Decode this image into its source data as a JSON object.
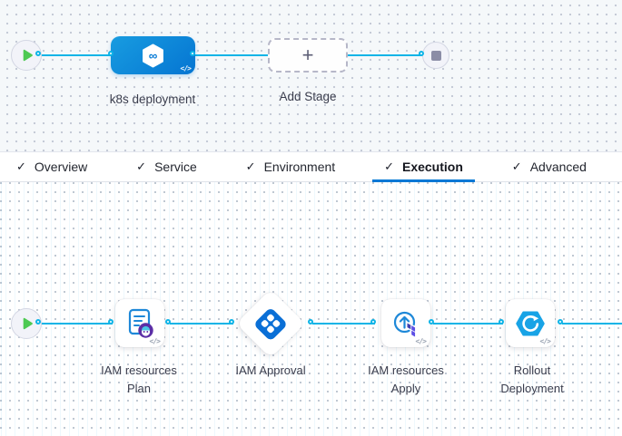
{
  "icons": {
    "check": "✓",
    "plus": "+",
    "code": "</>"
  },
  "stage_pipeline": {
    "stage_label": "k8s deployment",
    "add_stage_label": "Add Stage"
  },
  "tabs": [
    {
      "label": "Overview",
      "checked": true,
      "active": false
    },
    {
      "label": "Service",
      "checked": true,
      "active": false
    },
    {
      "label": "Environment",
      "checked": true,
      "active": false
    },
    {
      "label": "Execution",
      "checked": true,
      "active": true
    },
    {
      "label": "Advanced",
      "checked": true,
      "active": false
    }
  ],
  "execution_steps": [
    {
      "label": "IAM resources Plan",
      "icon": "terraform-plan-icon"
    },
    {
      "label": "IAM Approval",
      "icon": "approval-icon"
    },
    {
      "label": "IAM resources Apply",
      "icon": "terraform-apply-icon"
    },
    {
      "label": "Rollout Deployment",
      "icon": "k8s-rollout-icon"
    }
  ],
  "colors": {
    "accent": "#0278D5",
    "connector": "#0DB4E7",
    "stage_node_blue": "#0B8BDA",
    "success_green": "#4DC952",
    "terraform_purple": "#5C4EE5",
    "badge_purple": "#5B2EA6"
  }
}
